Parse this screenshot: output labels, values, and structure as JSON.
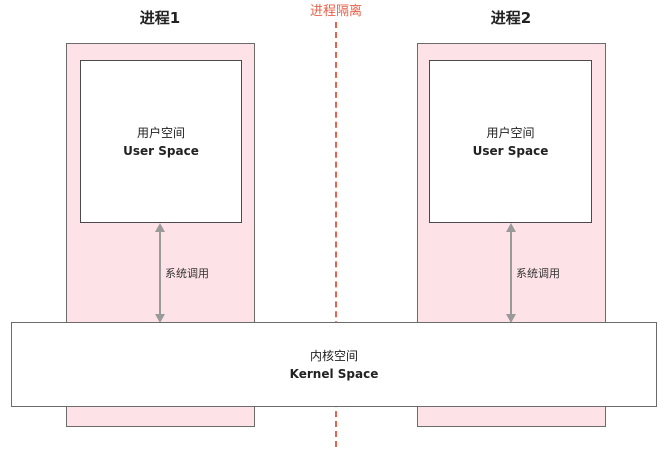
{
  "process1": {
    "title": "进程1",
    "user_space_cn": "用户空间",
    "user_space_en": "User Space",
    "syscall": "系统调用"
  },
  "process2": {
    "title": "进程2",
    "user_space_cn": "用户空间",
    "user_space_en": "User Space",
    "syscall": "系统调用"
  },
  "separator_label": "进程隔离",
  "kernel": {
    "cn": "内核空间",
    "en": "Kernel Space"
  },
  "colors": {
    "process_fill": "#fde3e7",
    "separator": "#e8614a",
    "arrow": "#9a9a9a"
  }
}
